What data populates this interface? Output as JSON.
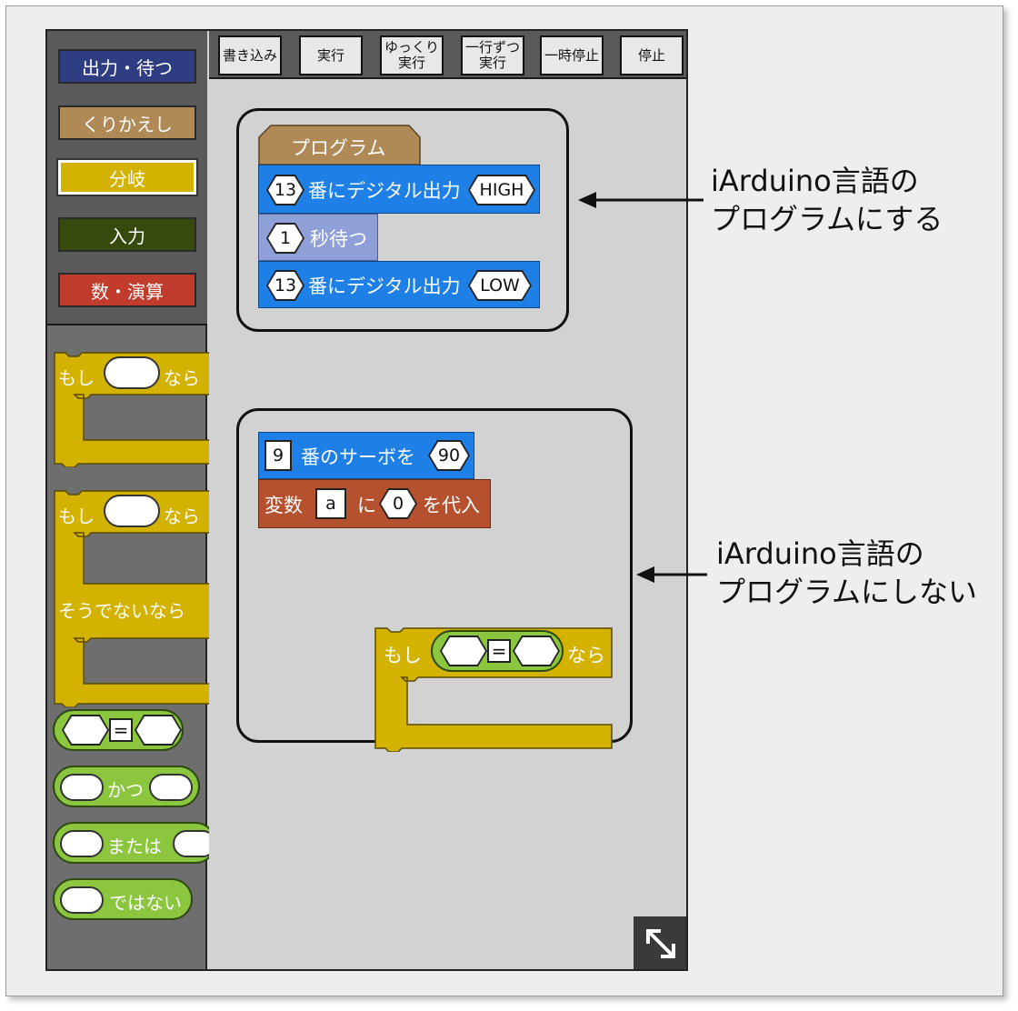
{
  "categories": [
    {
      "label": "出力・待つ",
      "color": "#2e3c82"
    },
    {
      "label": "くりかえし",
      "color": "#b08a56"
    },
    {
      "label": "分岐",
      "color": "#d4b200"
    },
    {
      "label": "入力",
      "color": "#354a0c"
    },
    {
      "label": "数・演算",
      "color": "#c23c2e"
    }
  ],
  "palette": {
    "if_block": {
      "if_label": "もし",
      "then_label": "なら"
    },
    "if_else_block": {
      "if_label": "もし",
      "then_label": "なら",
      "else_label": "そうでないなら"
    },
    "equals": "=",
    "and_label": "かつ",
    "or_label": "または",
    "not_label": "ではない"
  },
  "toolbar": [
    {
      "label": "書き込み"
    },
    {
      "label": "実行"
    },
    {
      "label": "ゆっくり\n実行"
    },
    {
      "label": "一行ずつ\n実行"
    },
    {
      "label": "一時停止"
    },
    {
      "label": "停止"
    }
  ],
  "workspace": {
    "program_block": {
      "header": "プログラム",
      "stmt1": {
        "pin": "13",
        "text": "番にデジタル出力",
        "value": "HIGH"
      },
      "stmt2": {
        "seconds": "1",
        "text": "秒待つ"
      },
      "stmt3": {
        "pin": "13",
        "text": "番にデジタル出力",
        "value": "LOW"
      }
    },
    "loose_blocks": {
      "servo": {
        "pin": "9",
        "text": "番のサーボを",
        "angle": "90"
      },
      "assign": {
        "prefix": "変数",
        "var": "a",
        "mid": "に",
        "value": "0",
        "suffix": "を代入"
      },
      "if_block": {
        "if_label": "もし",
        "op": "=",
        "then_label": "なら"
      }
    }
  },
  "annotations": {
    "top": {
      "line1": "iArduino言語の",
      "line2": "プログラムにする"
    },
    "bottom": {
      "line1": "iArduino言語の",
      "line2": "プログラムにしない"
    }
  },
  "colors": {
    "output_blue": "#1e7fe6",
    "wait_lavender": "#8fa0d8",
    "program_tan": "#b08a56",
    "servo_blue": "#1e7fe6",
    "variable_brown": "#b5512f",
    "branch_yellow": "#d4b200",
    "logic_green": "#8cc63f"
  }
}
